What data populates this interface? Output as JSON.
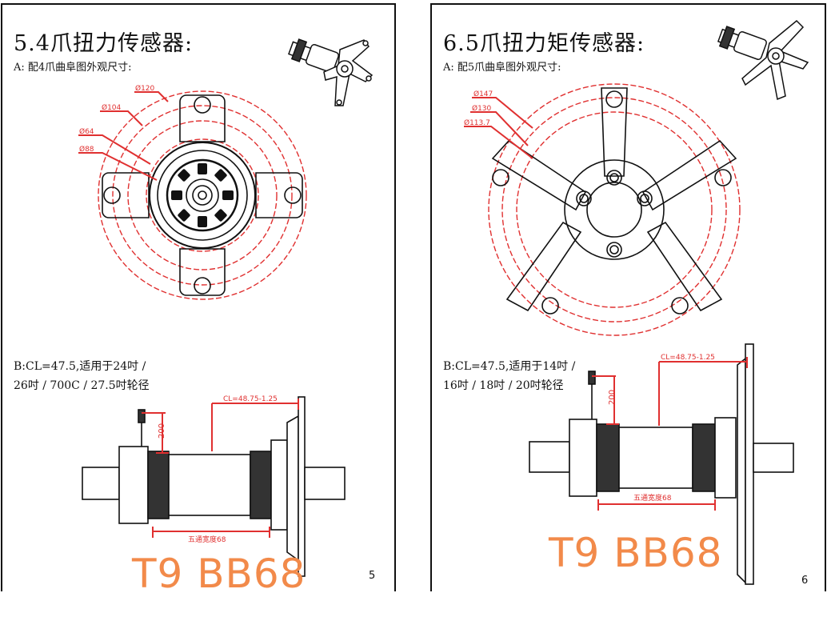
{
  "pages": [
    {
      "title": "5.4爪扭力传感器:",
      "subtitle": "A: 配4爪曲阜图外观尺寸:",
      "diameters": [
        "Ø120",
        "Ø104",
        "Ø64",
        "Ø88"
      ],
      "spec_line1": "B:CL=47.5,适用于24吋 /",
      "spec_line2": "26吋 / 700C / 27.5吋轮径",
      "dim_cl": "CL=48.75-1.25",
      "dim_200": "200",
      "dim_width": "五通宽度68",
      "watermark": "T9 BB68",
      "page_number": "5"
    },
    {
      "title": "6.5爪扭力矩传感器:",
      "subtitle": "A: 配5爪曲阜图外观尺寸:",
      "diameters": [
        "Ø147",
        "Ø130",
        "Ø113.7"
      ],
      "spec_line1": "B:CL=47.5,适用于14吋 /",
      "spec_line2": "16吋 / 18吋 / 20吋轮径",
      "dim_cl": "CL=48.75-1.25",
      "dim_200": "200",
      "dim_width": "五通宽度68",
      "watermark": "T9 BB68",
      "page_number": "6"
    }
  ],
  "colors": {
    "dimension": "#e03030",
    "watermark": "#f28a4a",
    "line": "#111111"
  }
}
